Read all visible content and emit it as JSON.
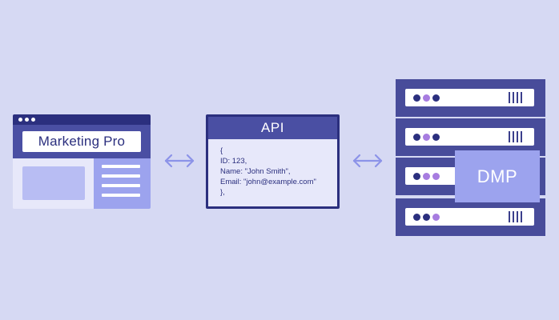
{
  "browser": {
    "title": "Marketing Pro"
  },
  "api": {
    "title": "API",
    "code_lines": [
      "{",
      "ID: 123,",
      "Name: \"John Smith\",",
      "Email: \"john@example.com\"",
      "},"
    ]
  },
  "dmp": {
    "label": "DMP"
  },
  "colors": {
    "background": "#d6d9f3",
    "navy": "#2b2f7e",
    "purple": "#4a4fa3",
    "lavender": "#9ca3ee",
    "light": "#e7e8fa",
    "led_purple": "#a77ce0"
  }
}
